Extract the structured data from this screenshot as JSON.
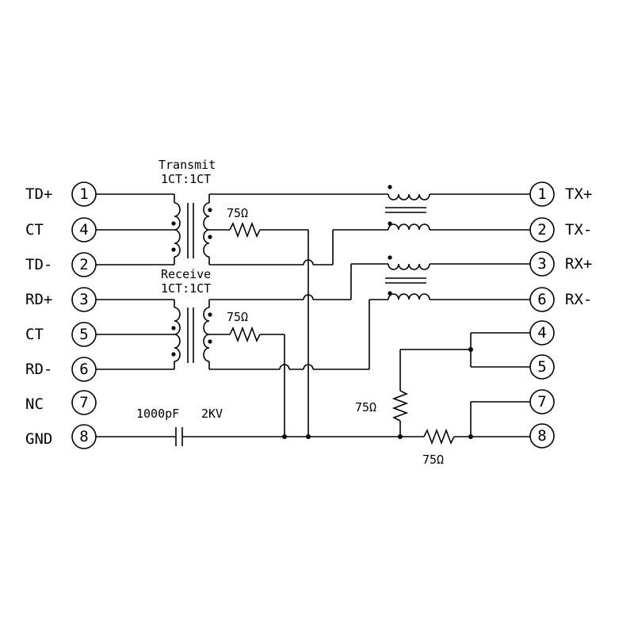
{
  "transmit": {
    "title": "Transmit",
    "ratio": "1CT:1CT"
  },
  "receive": {
    "title": "Receive",
    "ratio": "1CT:1CT"
  },
  "left_pins": [
    {
      "label": "TD+",
      "num": "1"
    },
    {
      "label": "CT",
      "num": "4"
    },
    {
      "label": "TD-",
      "num": "2"
    },
    {
      "label": "RD+",
      "num": "3"
    },
    {
      "label": "CT",
      "num": "5"
    },
    {
      "label": "RD-",
      "num": "6"
    },
    {
      "label": "NC",
      "num": "7"
    },
    {
      "label": "GND",
      "num": "8"
    }
  ],
  "right_pins": [
    {
      "label": "TX+",
      "num": "1"
    },
    {
      "label": "TX-",
      "num": "2"
    },
    {
      "label": "RX+",
      "num": "3"
    },
    {
      "label": "RX-",
      "num": "6"
    },
    {
      "label": "",
      "num": "4"
    },
    {
      "label": "",
      "num": "5"
    },
    {
      "label": "",
      "num": "7"
    },
    {
      "label": "",
      "num": "8"
    }
  ],
  "resistors": {
    "r1": "75Ω",
    "r2": "75Ω",
    "r3": "75Ω",
    "r4": "75Ω"
  },
  "capacitor": {
    "value": "1000pF",
    "voltage": "2KV"
  }
}
